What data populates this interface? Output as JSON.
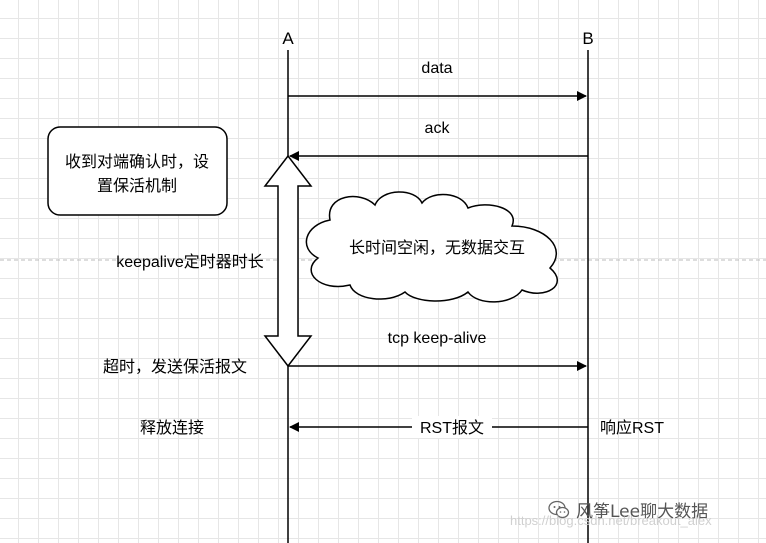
{
  "actors": {
    "a": "A",
    "b": "B"
  },
  "messages": {
    "data": "data",
    "ack": "ack",
    "tcp_keepalive": "tcp keep-alive",
    "rst": "RST报文"
  },
  "notes": {
    "set_keepalive_line1": "收到对端确认时，设",
    "set_keepalive_line2": "置保活机制",
    "idle_cloud": "长时间空闲，无数据交互",
    "timer_label": "keepalive定时器时长",
    "timeout_label": "超时，发送保活报文",
    "release_label": "释放连接",
    "respond_rst": "响应RST"
  },
  "footer": {
    "brand": "风筝Lee聊大数据",
    "watermark": "https://blog.csdn.net/breakout_alex"
  },
  "colors": {
    "line": "#000000",
    "grid": "#e6e6e6",
    "dashed": "#bbbbbb"
  }
}
